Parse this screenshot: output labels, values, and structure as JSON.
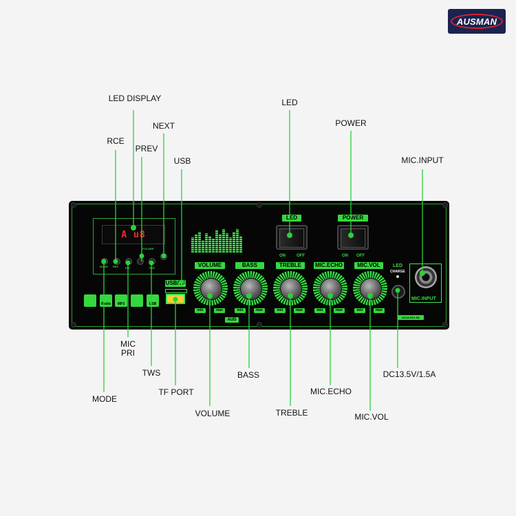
{
  "brand": {
    "logo_text": "AUSMAN"
  },
  "callouts_top": {
    "led_display": "LED DISPLAY",
    "rce": "RCE",
    "next": "NEXT",
    "prev": "PREV",
    "usb": "USB",
    "led": "LED",
    "power": "POWER",
    "mic_input": "MIC.INPUT"
  },
  "callouts_bottom": {
    "mic_pri": "MIC\nPRI",
    "tws": "TWS",
    "mode": "MODE",
    "tf_port": "TF PORT",
    "volume": "VOLUME",
    "bass": "BASS",
    "treble": "TREBLE",
    "mic_echo": "MIC.ECHO",
    "mic_vol": "MIC.VOL",
    "dc": "DC13.5V/1.5A"
  },
  "panel": {
    "lcd_text": "A u8",
    "tiny_buttons": {
      "mode": "MODE",
      "rec": "REC",
      "pri": "PRI",
      "tws": "TWS",
      "folder": "FOLDER"
    },
    "usb_tf_label": "USB/TF",
    "led_switch_label": "LED",
    "power_switch_label": "POWER",
    "on": "ON",
    "off": "OFF",
    "knobs": [
      "VOLUME",
      "BASS",
      "TREBLE",
      "MIC.ECHO",
      "MIC.VOL"
    ],
    "min": "min",
    "max": "max",
    "aud": "AUD",
    "led_charge_top": "LED",
    "led_charge_bottom": "CHARGE",
    "dc_rating": "DC13.5V/1.5A",
    "mic_input_label": "MIC.INPUT",
    "mode_icons": [
      "",
      "Radio",
      "MP3",
      "",
      "USB"
    ]
  },
  "colors": {
    "accent_green": "#34d93e",
    "panel": "#060606",
    "lcd_red": "#ff2a2a",
    "brand_navy": "#1b2350",
    "brand_red": "#d8242c"
  }
}
